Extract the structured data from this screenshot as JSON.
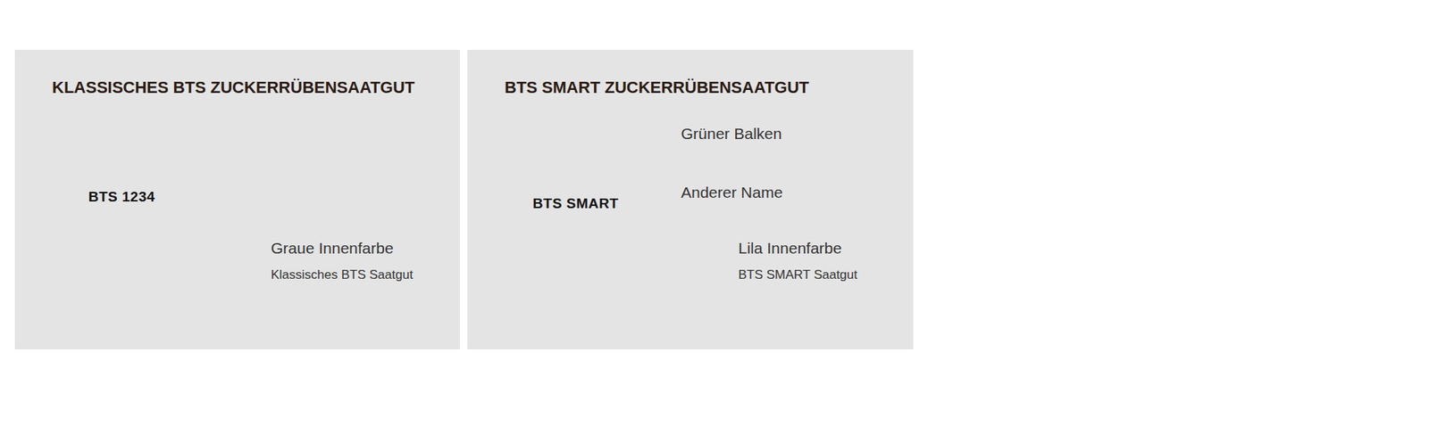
{
  "diagram": {
    "nodes": [
      {
        "text": [
          "KLASSISCHES BTS ZUCKERRÜBENSAATGUT"
        ]
      },
      {
        "text": [
          "BTS 1234"
        ],
        "in": 0
      },
      {
        "text": [
          "BTS SMART ZUCKERRÜBENSAATGUT"
        ]
      },
      {
        "text": [
          "BTS SMART"
        ],
        "in": 2
      }
    ],
    "labels": [
      "Graue Innenfarbe",
      "Klassisches BTS Saatgut",
      "Grüner Balken",
      "Anderer Name",
      "Lila Innenfarbe",
      "BTS SMART Saatgut"
    ]
  }
}
